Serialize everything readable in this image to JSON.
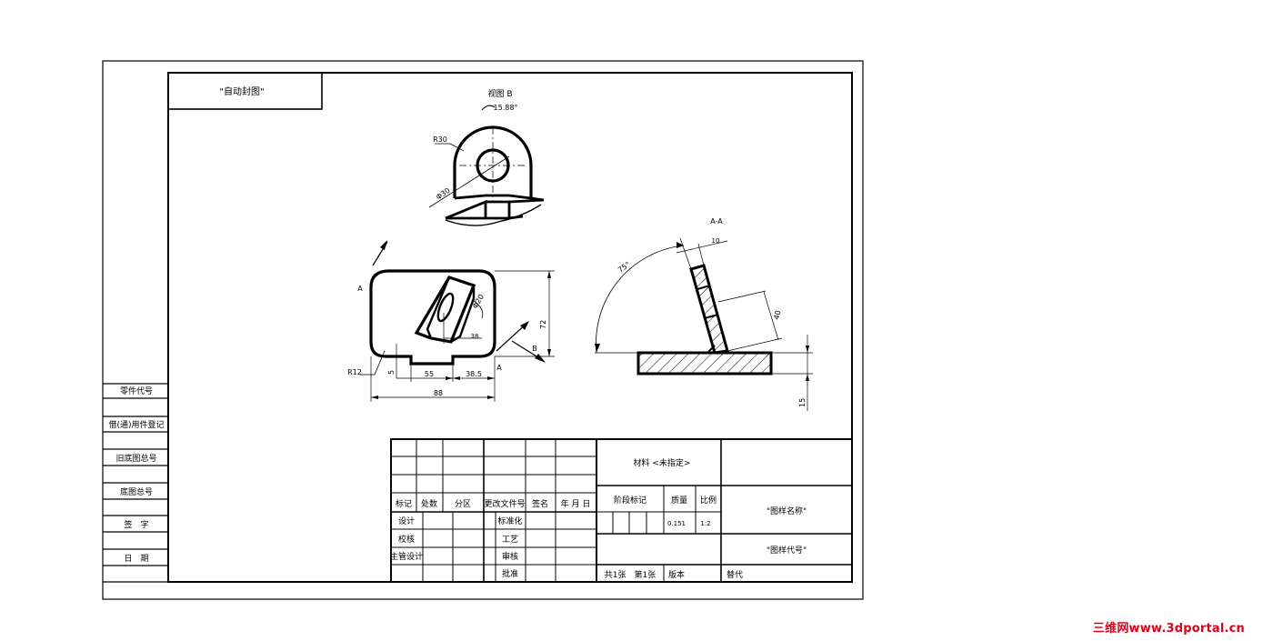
{
  "title_box": {
    "label": "\"自动封图\""
  },
  "view_b": {
    "title": "视图 B",
    "rotation": "15.88°",
    "r_label": "R30",
    "phi_label": "Φ30"
  },
  "front_view": {
    "label_a_top": "A",
    "label_a_bottom": "A",
    "label_b": "B",
    "dim_width": "88",
    "dim_height": "72",
    "dim_55": "55",
    "dim_38_5": "38.5",
    "dim_5": "5",
    "dim_r12": "R12",
    "dim_38": "38",
    "dim_phi": "Φ20"
  },
  "section_aa": {
    "title": "A-A",
    "angle": "75°",
    "dim_10": "10",
    "dim_40": "40",
    "dim_15": "15"
  },
  "left_block": {
    "part_code": "零件代号",
    "ref_reg": "借(通)用件登记",
    "old_drawing": "旧底图总号",
    "base_drawing": "底图总号",
    "signature": "签　字",
    "date": "日　期"
  },
  "title_block": {
    "col_headers": [
      "标记",
      "处数",
      "分区",
      "更改文件号",
      "签名",
      "年 月 日"
    ],
    "design": "设计",
    "check": "校核",
    "chief": "主管设计",
    "standard": "标准化",
    "process": "工艺",
    "review": "审核",
    "approve": "批准",
    "material": "材料 <未指定>",
    "stage_mark": "阶段标记",
    "weight": "质量",
    "scale": "比例",
    "weight_val": "0.151",
    "scale_val": "1:2",
    "drawing_name": "\"图样名称\"",
    "drawing_code": "\"图样代号\"",
    "sheets": "共1张　第1张",
    "version": "版本",
    "replace": "替代"
  },
  "watermark": "三维网www.3dportal.cn",
  "colors": {
    "line": "#000000",
    "watermark": "#e0001a"
  }
}
